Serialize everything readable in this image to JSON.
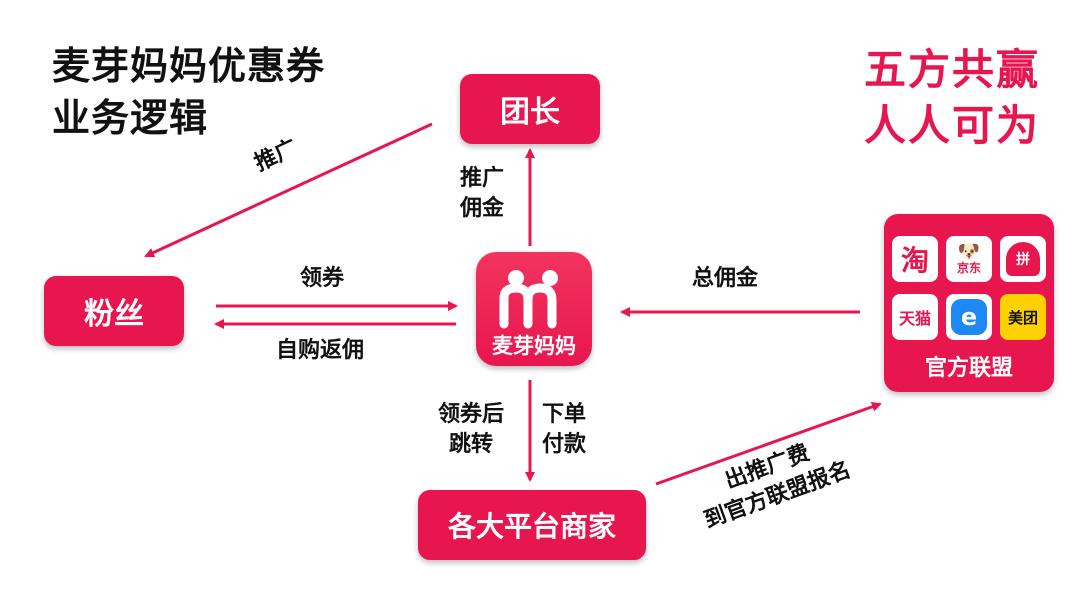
{
  "title": {
    "line1": "麦芽妈妈优惠券",
    "line2": "业务逻辑"
  },
  "slogan": {
    "line1": "五方共赢",
    "line2": "人人可为"
  },
  "nodes": {
    "leader": "团长",
    "fans": "粉丝",
    "app": "麦芽妈妈",
    "merchants": "各大平台商家",
    "alliance": "官方联盟"
  },
  "platforms": {
    "taobao": "淘",
    "jd": "京东",
    "pinduoduo": "拼",
    "tmall": "天猫",
    "eleme": "e",
    "meituan": "美团"
  },
  "edges": {
    "leader_to_fans": "推广",
    "app_to_leader": [
      "推广",
      "佣金"
    ],
    "fans_to_app": "领券",
    "app_to_fans": "自购返佣",
    "alliance_to_app": "总佣金",
    "app_to_merchants_left": [
      "领券后",
      "跳转"
    ],
    "app_to_merchants_right": [
      "下单",
      "付款"
    ],
    "merchants_to_alliance": [
      "出推广费",
      "到官方联盟报名"
    ]
  },
  "colors": {
    "accent": "#e8164f",
    "text": "#111111"
  }
}
